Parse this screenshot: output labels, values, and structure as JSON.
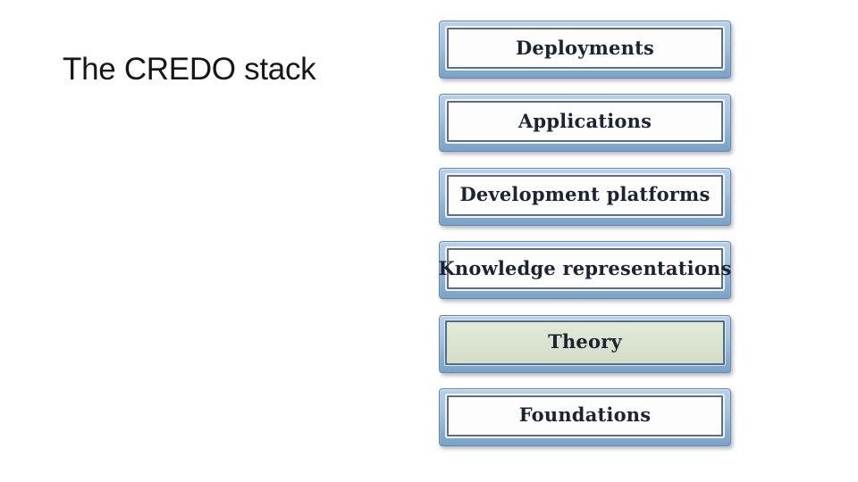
{
  "slide": {
    "title": "The CREDO stack"
  },
  "stack": {
    "boxes": [
      {
        "label": "Deployments",
        "highlighted": false
      },
      {
        "label": "Applications",
        "highlighted": false
      },
      {
        "label": "Development platforms",
        "highlighted": false
      },
      {
        "label": "Knowledge representations",
        "highlighted": false
      },
      {
        "label": "Theory",
        "highlighted": true
      },
      {
        "label": "Foundations",
        "highlighted": false
      }
    ],
    "colors": {
      "frame_blue": "#8cafd2",
      "frame_blue_light": "#b8cfe8",
      "frame_border": "#6488ac",
      "inner_panel_border": "#5d6e86",
      "highlight_fill_green": "#dae3cf",
      "label_text": "#1c2433",
      "background": "#ffffff"
    }
  }
}
